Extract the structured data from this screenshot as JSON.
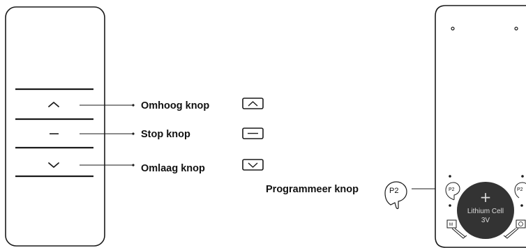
{
  "callouts": {
    "up": "Omhoog knop",
    "stop": "Stop knop",
    "down": "Omlaag knop",
    "program": "Programmeer knop"
  },
  "back_panel": {
    "p2_badge": "P2",
    "p2_left_small": "P2",
    "p2_right_small": "P2",
    "battery_plus": "+",
    "battery_line1": "Lithium Cell",
    "battery_line2": "3V",
    "m_tag": "M"
  },
  "icons": {
    "remote_up": "chevron-up-icon",
    "remote_stop": "dash-icon",
    "remote_down": "chevron-down-icon",
    "legend_up": "up-button-icon",
    "legend_stop": "stop-button-icon",
    "legend_down": "down-button-icon",
    "program": "p2-button-icon",
    "timer": "timer-icon"
  },
  "colors": {
    "outline": "#1a1a1a",
    "battery": "#333333",
    "battery_text": "#dcdcdc"
  }
}
